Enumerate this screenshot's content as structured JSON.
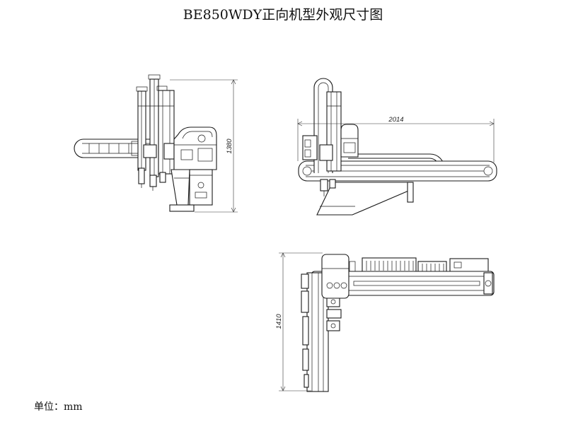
{
  "title": "BE850WDY正向机型外观尺寸图",
  "dimensions": {
    "side_height": "1380",
    "front_width": "2014",
    "top_depth": "1410"
  },
  "unit_label": "单位：mm"
}
